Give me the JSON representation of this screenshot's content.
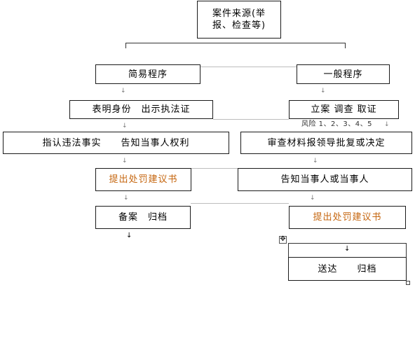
{
  "source": {
    "text": "案件来源(举报、检查等)"
  },
  "simple": {
    "title": "简易程序",
    "step1": "表明身份　出示执法证",
    "step2": "指认违法事实　　告知当事人权利",
    "step3": "提出处罚建议书",
    "step4": "备案　归档"
  },
  "general": {
    "title": "一般程序",
    "step1": "立案 调查 取证",
    "risk_note": "风险 1、2、3、4、5",
    "step2": "审查材料报领导批复或决定",
    "step3": "告知当事人或当事人",
    "step4": "提出处罚建议书",
    "step5": "送达　　归档"
  },
  "colors": {
    "accent": "#c5660f",
    "border": "#1a1a1a"
  }
}
